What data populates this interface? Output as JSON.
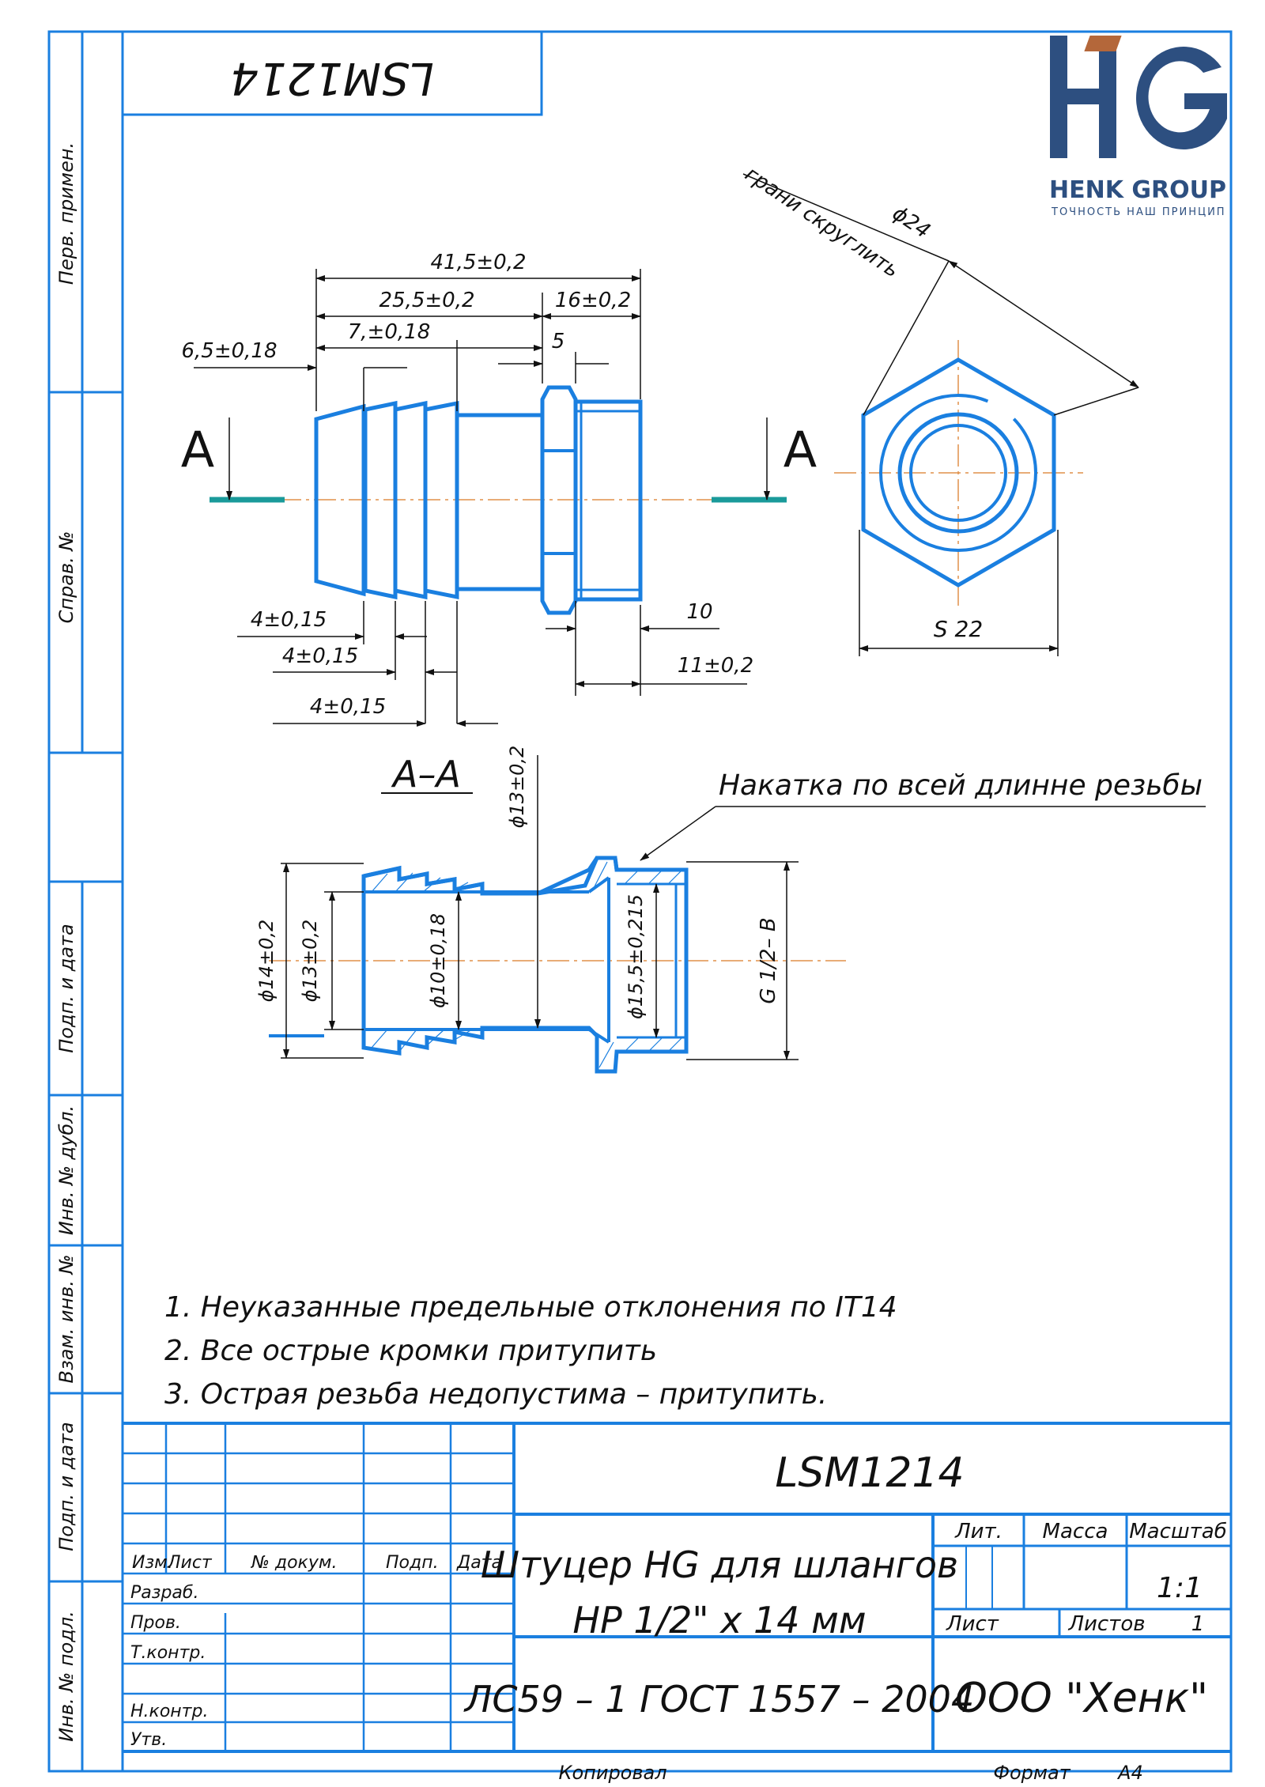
{
  "colors": {
    "frame": "#1a7fe0",
    "center_line": "#e0904a",
    "section_mark": "#1a9a9a",
    "logo_blue": "#2d4f80",
    "logo_brown": "#b4673a"
  },
  "top_stamp": "LSM1214",
  "logo": {
    "mark": "HG",
    "name": "HENK GROUP",
    "slogan": "ТОЧНОСТЬ НАШ ПРИНЦИП"
  },
  "side_labels": {
    "perv_primen": "Перв. примен.",
    "sprav_no": "Справ. №",
    "podp_data_1": "Подп. и дата",
    "inv_dubl": "Инв. № дубл.",
    "vzam_inv": "Взам. инв. №",
    "podp_data_2": "Подп. и дата",
    "inv_podl": "Инв. № подл."
  },
  "dimensions": {
    "total_length": "41,5±0,2",
    "length_25": "25,5±0,2",
    "length_16": "16±0,2",
    "length_7": "7,±0,18",
    "length_6_5": "6,5±0,18",
    "length_5": "5",
    "rib_1": "4±0,15",
    "rib_2": "4±0,15",
    "rib_3": "4±0,15",
    "length_10": "10",
    "length_11": "11±0,2",
    "across_corners": "ϕ24",
    "corner_note": "грани скруглить",
    "across_flats": "S 22",
    "section_letter_left": "А",
    "section_letter_right": "А",
    "section_title": "А–А",
    "dia_14": "ϕ14±0,2",
    "dia_13_inner": "ϕ13±0,2",
    "dia_10": "ϕ10±0,18",
    "dia_13_top": "ϕ13±0,2",
    "dia_15_5": "ϕ15,5±0,215",
    "thread": "G 1/2– B",
    "knurl_note": "Накатка по всей длинне резьбы"
  },
  "notes": [
    "1. Неуказанные предельные отклонения по IT14",
    "2. Все острые кромки притупить",
    "3. Острая резьба недопустима – притупить."
  ],
  "title_block": {
    "designation": "LSM1214",
    "name_line1": "Штуцер HG для шлангов",
    "name_line2": "НР 1/2\" х 14 мм",
    "material": "ЛС59 – 1 ГОСТ 1557 – 2004",
    "company": "ООО \"Хенк\"",
    "lit": "Лит.",
    "massa": "Масса",
    "masshtab": "Масштаб",
    "scale": "1:1",
    "list": "Лист",
    "listov": "Листов",
    "listov_value": "1",
    "col_izm": "Изм.",
    "col_list": "Лист",
    "col_dokum": "№ докум.",
    "col_podp": "Подп.",
    "col_data": "Дата",
    "razrab": "Разраб.",
    "prov": "Пров.",
    "tkontr": "Т.контр.",
    "nkontr": "Н.контр.",
    "utv": "Утв.",
    "kopiroval": "Копировал",
    "format": "Формат",
    "format_value": "А4"
  }
}
